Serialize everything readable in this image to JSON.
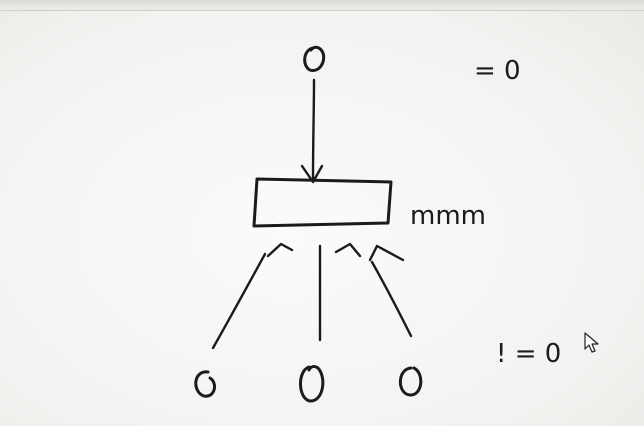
{
  "diagram": {
    "annotations": {
      "top_right": "= 0",
      "box_right": "mmm",
      "bottom_right": "! = 0"
    }
  },
  "colors": {
    "ink": "#1b1b1b",
    "background": "#f4f4f2"
  },
  "icons": [
    "cursor-arrow-icon"
  ]
}
